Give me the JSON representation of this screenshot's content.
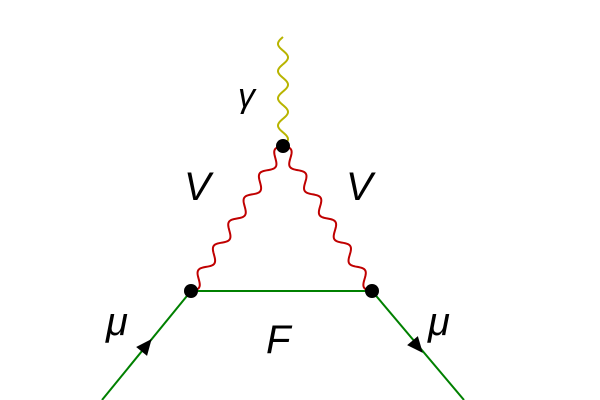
{
  "diagram": {
    "type": "feynman-diagram",
    "description": "One-loop triangle vertex: muon emits photon via vector-boson loop with internal fermion",
    "colors": {
      "photon": "#b8b400",
      "boson": "#c00000",
      "fermion": "#008000",
      "vertex": "#000000",
      "arrow": "#000000"
    },
    "labels": {
      "photon": "γ",
      "boson_left": "V",
      "boson_right": "V",
      "muon_in": "μ",
      "muon_out": "μ",
      "internal_fermion": "F"
    },
    "vertices": [
      "top-vertex",
      "left-vertex",
      "right-vertex"
    ],
    "propagators": [
      {
        "name": "photon",
        "type": "wavy",
        "from": "external",
        "to": "top-vertex",
        "label": "γ"
      },
      {
        "name": "boson-left",
        "type": "wavy",
        "from": "top-vertex",
        "to": "left-vertex",
        "label": "V"
      },
      {
        "name": "boson-right",
        "type": "wavy",
        "from": "top-vertex",
        "to": "right-vertex",
        "label": "V"
      },
      {
        "name": "internal-fermion",
        "type": "straight",
        "from": "left-vertex",
        "to": "right-vertex",
        "label": "F"
      },
      {
        "name": "muon-in",
        "type": "fermion-arrow",
        "from": "external",
        "to": "left-vertex",
        "label": "μ"
      },
      {
        "name": "muon-out",
        "type": "fermion-arrow",
        "from": "right-vertex",
        "to": "external",
        "label": "μ"
      }
    ]
  }
}
